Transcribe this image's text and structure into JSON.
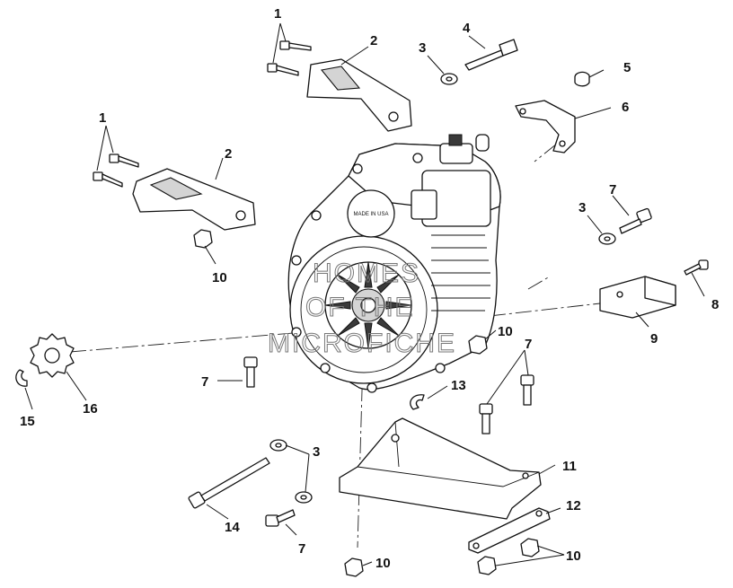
{
  "diagram": {
    "type": "exploded-parts-view",
    "callouts": {
      "c1a": "1",
      "c1b": "1",
      "c2a": "2",
      "c2b": "2",
      "c3a": "3",
      "c3b": "3",
      "c3c": "3",
      "c4": "4",
      "c5": "5",
      "c6": "6",
      "c7a": "7",
      "c7b": "7",
      "c7c": "7",
      "c7d": "7",
      "c8": "8",
      "c9": "9",
      "c10a": "10",
      "c10b": "10",
      "c10c": "10",
      "c10d": "10",
      "c11": "11",
      "c12": "12",
      "c13": "13",
      "c14": "14",
      "c15": "15",
      "c16": "16"
    },
    "watermark": {
      "line1": "HOMES",
      "line2": "OF THE",
      "line3": "MICROFICHE"
    },
    "stamp": "MADE IN USA"
  }
}
